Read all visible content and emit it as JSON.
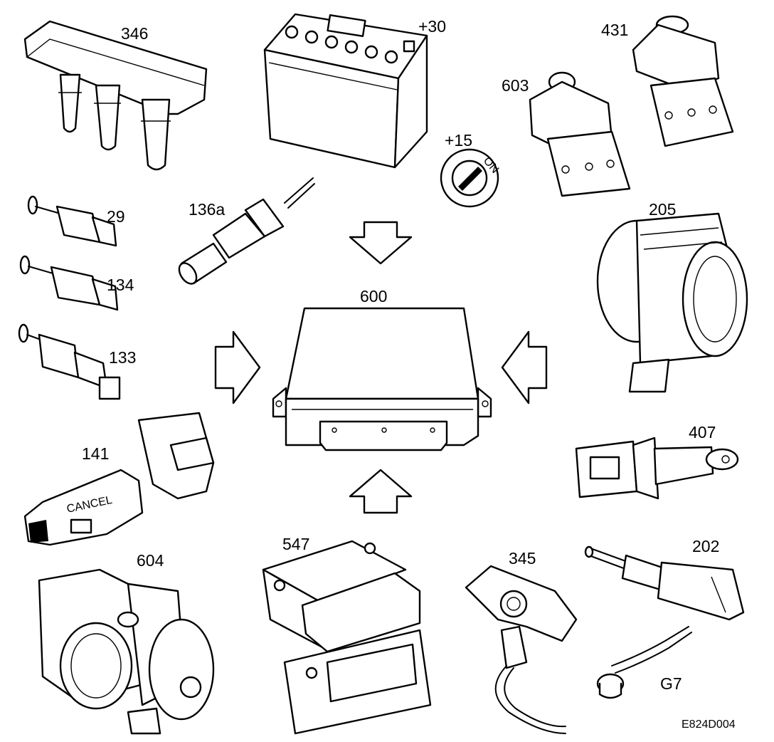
{
  "diagram": {
    "center_unit": {
      "label": "600"
    },
    "components": [
      {
        "id": "ignition-coil",
        "label": "346"
      },
      {
        "id": "battery",
        "label": "+30"
      },
      {
        "id": "ignition-switch",
        "label": "+15",
        "switch_text": "ON"
      },
      {
        "id": "sensor-603",
        "label": "603"
      },
      {
        "id": "sensor-431",
        "label": "431"
      },
      {
        "id": "lambda-probe",
        "label": "136a"
      },
      {
        "id": "switch-29",
        "label": "29"
      },
      {
        "id": "switch-134",
        "label": "134"
      },
      {
        "id": "switch-133",
        "label": "133"
      },
      {
        "id": "mass-air-flow",
        "label": "205"
      },
      {
        "id": "cruise-lever",
        "label": "141",
        "lever_text": "CANCEL"
      },
      {
        "id": "sensor-407",
        "label": "407"
      },
      {
        "id": "throttle-body",
        "label": "604"
      },
      {
        "id": "module-547",
        "label": "547"
      },
      {
        "id": "crank-sensor",
        "label": "345"
      },
      {
        "id": "temp-sensor",
        "label": "202"
      },
      {
        "id": "knock-sensor",
        "label": "G7"
      }
    ],
    "figure_code": "E824D004"
  }
}
